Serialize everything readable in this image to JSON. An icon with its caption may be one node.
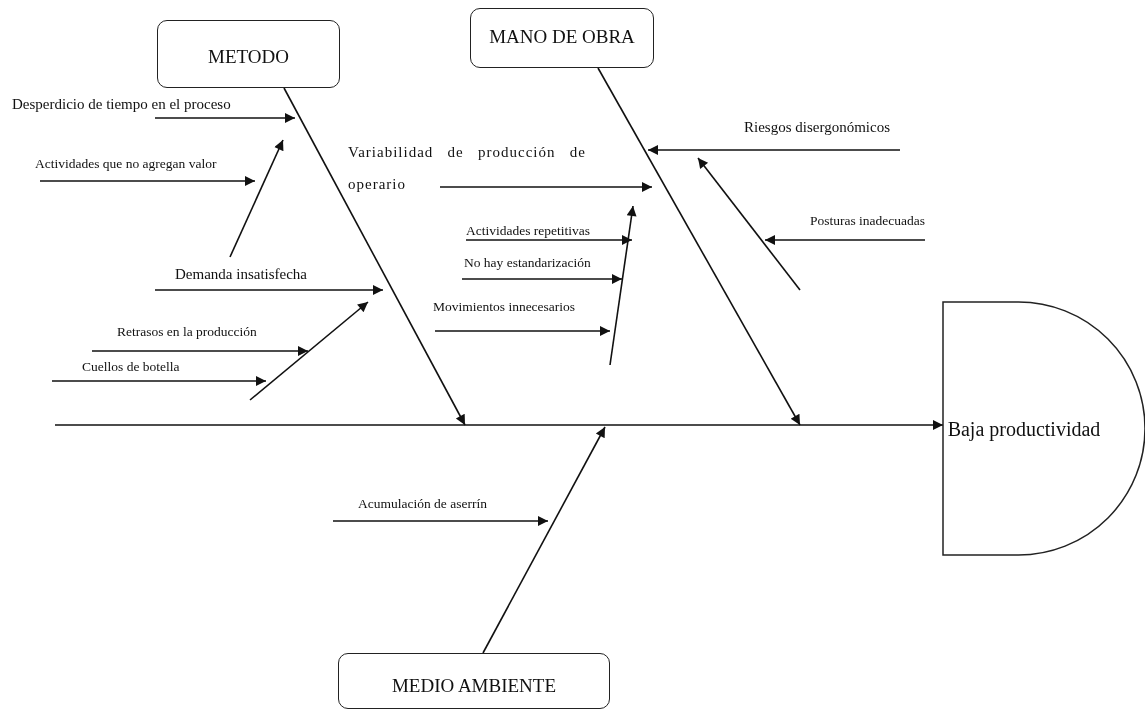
{
  "diagram": {
    "nodes": [
      {
        "text": [
          "METODO"
        ]
      },
      {
        "text": [
          "MANO DE OBRA"
        ]
      },
      {
        "text": [
          "Desperdicio de tiempo en el proceso"
        ]
      },
      {
        "text": [
          "Actividades que no agregan valor"
        ]
      },
      {
        "text": [
          "Variabilidad de producción de operario"
        ]
      },
      {
        "text": [
          "Riesgos disergonómicos"
        ]
      },
      {
        "text": [
          "Actividades repetitivas"
        ]
      },
      {
        "text": [
          "Posturas inadecuadas"
        ]
      },
      {
        "text": [
          "Demanda insatisfecha"
        ]
      },
      {
        "text": [
          "No hay estandarización"
        ]
      },
      {
        "text": [
          "Movimientos innecesarios"
        ]
      },
      {
        "text": [
          "Retrasos en la producción"
        ]
      },
      {
        "text": [
          "Cuellos de botella"
        ]
      },
      {
        "text": [
          "Baja productividad"
        ]
      },
      {
        "text": [
          "Acumulación de aserrín"
        ]
      },
      {
        "text": [
          "MEDIO AMBIENTE"
        ]
      }
    ],
    "edges": [
      {
        "from": null,
        "to": 13,
        "arrow": "to"
      },
      {
        "from": 0,
        "to": null,
        "arrow": "to"
      },
      {
        "from": 1,
        "to": null,
        "arrow": "to"
      },
      {
        "from": 15,
        "to": null,
        "arrow": "to"
      },
      {
        "from": 2,
        "to": null,
        "arrow": "to"
      },
      {
        "from": 3,
        "to": null,
        "arrow": "to"
      },
      {
        "from": 4,
        "to": null,
        "arrow": "to"
      },
      {
        "from": 5,
        "to": null,
        "arrow": "to"
      },
      {
        "from": 6,
        "to": null,
        "arrow": "to"
      },
      {
        "from": 7,
        "to": null,
        "arrow": "to"
      },
      {
        "from": 8,
        "to": null,
        "arrow": "to"
      },
      {
        "from": 9,
        "to": null,
        "arrow": "to"
      },
      {
        "from": 10,
        "to": null,
        "arrow": "to"
      },
      {
        "from": 11,
        "to": null,
        "arrow": "to"
      },
      {
        "from": 12,
        "to": null,
        "arrow": "to"
      },
      {
        "from": 14,
        "to": null,
        "arrow": "to"
      },
      {
        "from": 8,
        "to": null,
        "arrow": "to"
      },
      {
        "from": null,
        "to": 5,
        "arrow": "to"
      }
    ]
  }
}
